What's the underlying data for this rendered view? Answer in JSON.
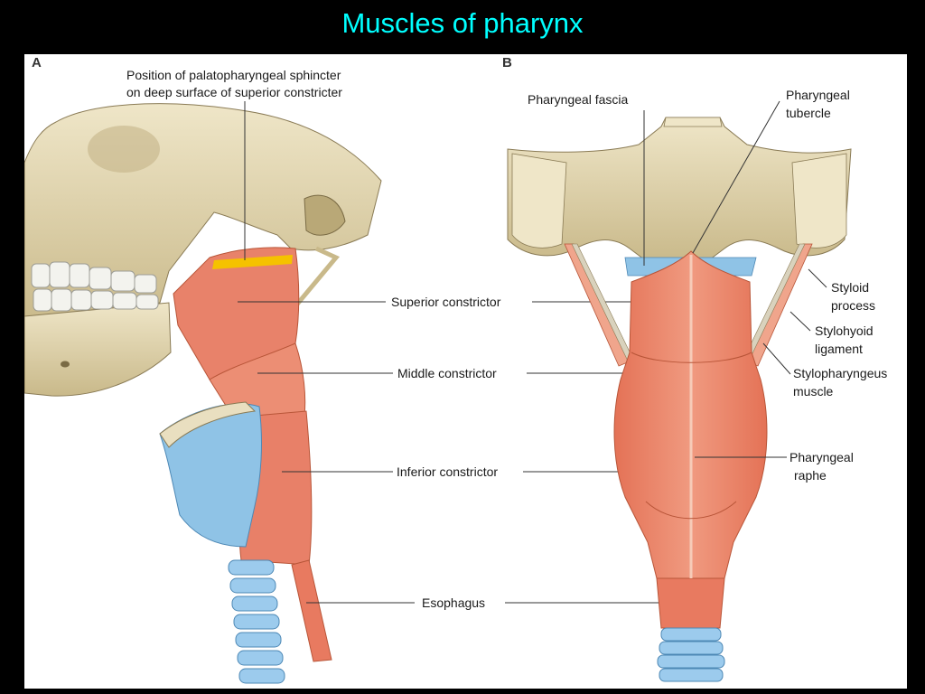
{
  "slide": {
    "title": "Muscles of pharynx"
  },
  "panel_a": {
    "letter": "A",
    "sphincter_label_line1": "Position of palatopharyngeal sphincter",
    "sphincter_label_line2": "on deep surface of superior constricter"
  },
  "panel_b": {
    "letter": "B"
  },
  "labels": {
    "superior_constrictor": "Superior constrictor",
    "middle_constrictor": "Middle constrictor",
    "inferior_constrictor": "Inferior constrictor",
    "esophagus": "Esophagus",
    "pharyngeal_fascia": "Pharyngeal fascia",
    "pharyngeal_tubercle_1": "Pharyngeal",
    "pharyngeal_tubercle_2": "tubercle",
    "styloid_process_1": "Styloid",
    "styloid_process_2": "process",
    "stylohyoid_ligament_1": "Stylohyoid",
    "stylohyoid_ligament_2": "ligament",
    "stylopharyngeus_1": "Stylopharyngeus",
    "stylopharyngeus_2": "muscle",
    "pharyngeal_raphe_1": "Pharyngeal",
    "pharyngeal_raphe_2": "raphe"
  },
  "colors": {
    "background": "#000000",
    "title": "#00ffff",
    "panel": "#ffffff",
    "muscle": "#e8826a",
    "bone": "#ddd1ad",
    "cartilage": "#8fc3e6",
    "sphincter_highlight": "#f5c200"
  }
}
